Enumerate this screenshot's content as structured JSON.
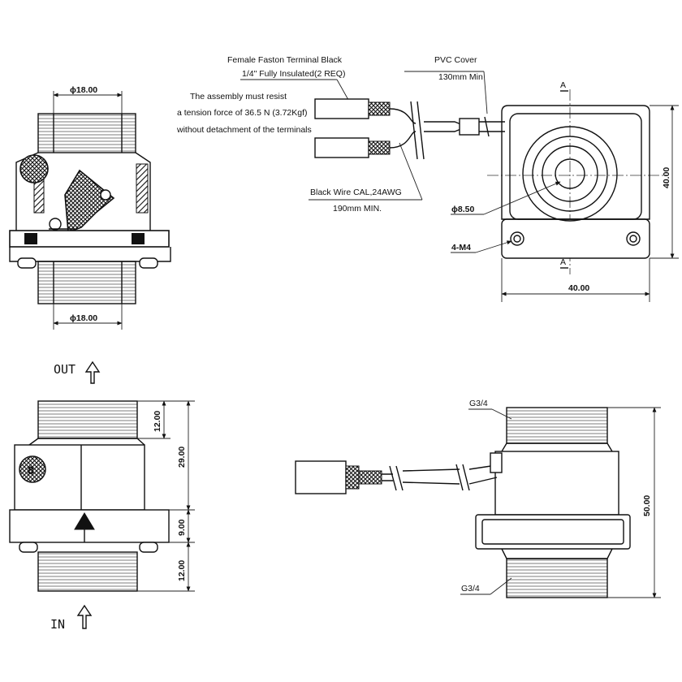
{
  "top_view": {
    "dim_top": "ϕ18.00",
    "dim_bottom": "ϕ18.00"
  },
  "wiring": {
    "faston_label_1": "Female Faston Terminal Black",
    "faston_label_2": "1/4\" Fully Insulated(2 REQ)",
    "tension_1": "The assembly must resist",
    "tension_2": "a tension force of 36.5 N (3.72Kgf)",
    "tension_3": "without detachment of the terminals",
    "pvc_1": "PVC Cover",
    "pvc_2": "130mm Min",
    "wire_1": "Black Wire CAL,24AWG",
    "wire_2": "190mm MIN."
  },
  "front_view": {
    "marker_a_top": "A",
    "marker_a_bottom": "A",
    "dim_height": "40.00",
    "dim_width": "40.00",
    "dim_bore": "ϕ8.50",
    "holes": "4-M4"
  },
  "side_view": {
    "out_label": "OUT",
    "in_label": "IN",
    "dim_thread_top": "12.00",
    "dim_body": "29.00",
    "dim_flange": "9.00",
    "dim_thread_bottom": "12.00"
  },
  "section_view": {
    "thread_top": "G3/4",
    "thread_bottom": "G3/4",
    "dim_total": "50.00"
  }
}
